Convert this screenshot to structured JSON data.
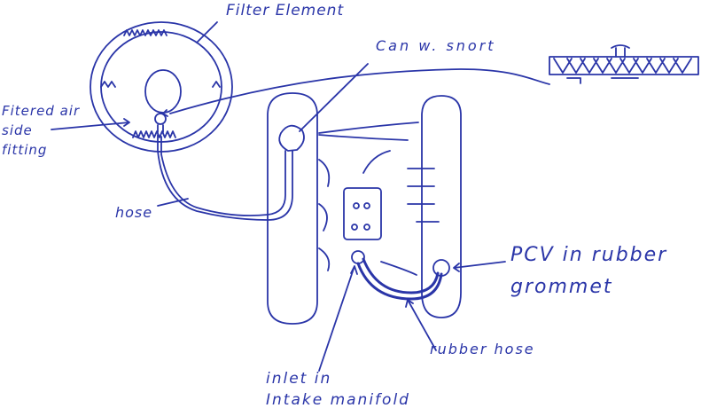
{
  "labels": {
    "filter_element": "Filter Element",
    "can_snort": "Can w. snort",
    "filtered_air_line1": "Fitered air",
    "filtered_air_line2": "side",
    "filtered_air_line3": "fitting",
    "hose": "hose",
    "pcv_line1": "PCV in rubber",
    "pcv_line2": "grommet",
    "rubber_hose": "rubber hose",
    "inlet_line1": "inlet in",
    "inlet_line2": "Intake manifold"
  },
  "colors": {
    "ink": "#2a35a8",
    "paper": "#ffffff"
  }
}
